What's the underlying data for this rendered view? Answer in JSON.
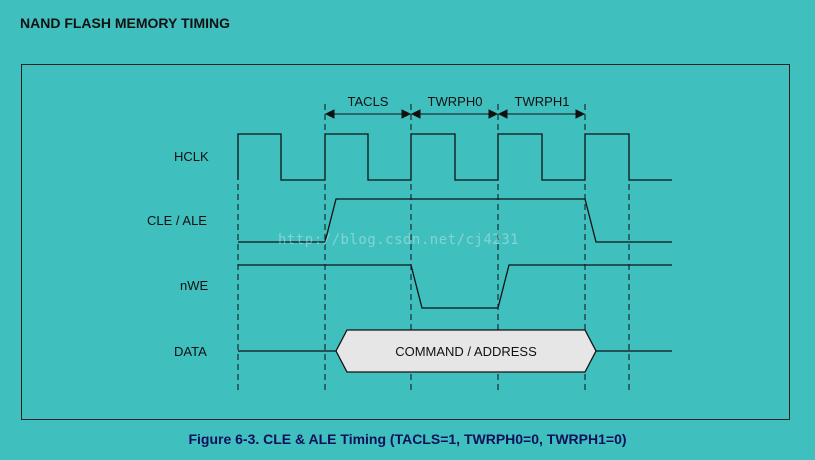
{
  "title": "NAND FLASH MEMORY TIMING",
  "caption": "Figure 6-3. CLE & ALE Timing (TACLS=1, TWRPH0=0, TWRPH1=0)",
  "watermark": "http://blog.csdn.net/cj4231",
  "intervals": [
    "TACLS",
    "TWRPH0",
    "TWRPH1"
  ],
  "signals": {
    "hclk": "HCLK",
    "cle_ale": "CLE / ALE",
    "nwe": "nWE",
    "data": "DATA"
  },
  "data_phase_label": "COMMAND / ADDRESS",
  "colors": {
    "background": "#3fbfbe",
    "line": "#111111",
    "data_box": "#e6e6e6",
    "caption": "#10105a"
  }
}
